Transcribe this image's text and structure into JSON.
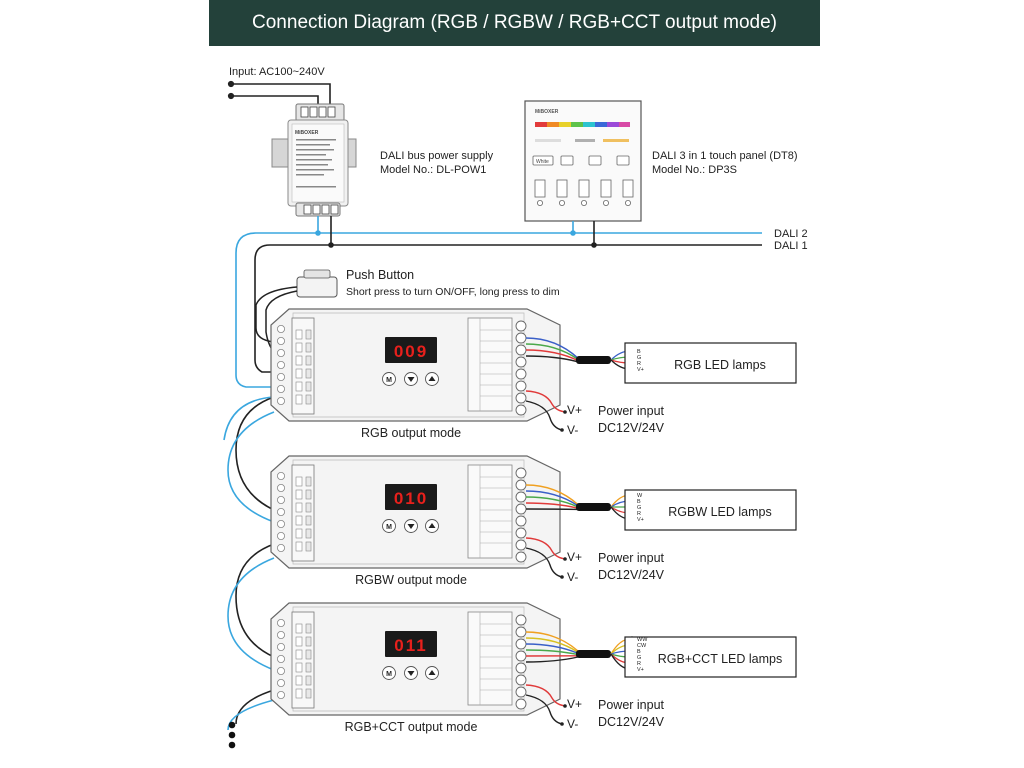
{
  "header": {
    "title": "Connection Diagram (RGB / RGBW / RGB+CCT output mode)"
  },
  "input_label": "Input: AC100~240V",
  "power_supply": {
    "name": "DALI bus power supply",
    "model": "Model No.: DL-POW1",
    "brand": "MiBOXER",
    "colors": {
      "body": "#f1f1f1",
      "edge": "#8a8a8a"
    }
  },
  "touch_panel": {
    "name": "DALI 3 in 1 touch panel (DT8)",
    "model": "Model No.: DP3S",
    "brand": "MiBOXER",
    "white_key": "White"
  },
  "bus": {
    "dali2": "DALI 2",
    "dali1": "DALI 1",
    "colors": {
      "dali2": "#3aa7df",
      "dali1": "#222222"
    }
  },
  "push_button": {
    "title": "Push Button",
    "desc": "Short press to turn ON/OFF, long press to dim"
  },
  "controllers": [
    {
      "mode_label": "RGB output mode",
      "display": "009",
      "lamp_label": "RGB LED lamps",
      "lamp_pins": [
        "B",
        "G",
        "R",
        "V+"
      ],
      "v_plus": "V+",
      "v_minus": "V-",
      "power_title": "Power input",
      "power_spec": "DC12V/24V"
    },
    {
      "mode_label": "RGBW output mode",
      "display": "010",
      "lamp_label": "RGBW LED lamps",
      "lamp_pins": [
        "W",
        "B",
        "G",
        "R",
        "V+"
      ],
      "v_plus": "V+",
      "v_minus": "V-",
      "power_title": "Power input",
      "power_spec": "DC12V/24V"
    },
    {
      "mode_label": "RGB+CCT output mode",
      "display": "011",
      "lamp_label": "RGB+CCT LED lamps",
      "lamp_pins": [
        "WW",
        "CW",
        "B",
        "G",
        "R",
        "V+"
      ],
      "v_plus": "V+",
      "v_minus": "V-",
      "power_title": "Power input",
      "power_spec": "DC12V/24V"
    }
  ],
  "colors": {
    "header_bg": "#23413a",
    "display_bg": "#1a1a1a",
    "display_led": "#e8201c",
    "wire_blue": "#3aa7df",
    "wire_black": "#222222"
  }
}
